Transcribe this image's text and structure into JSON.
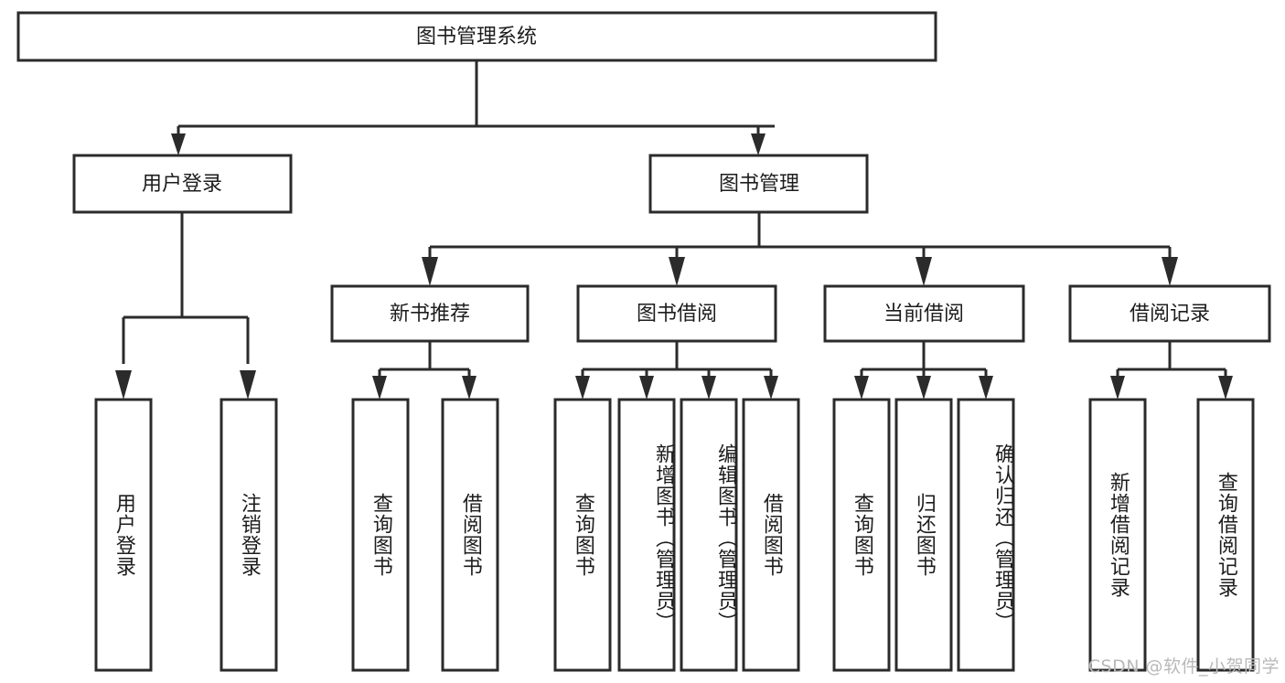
{
  "diagram": {
    "type": "tree",
    "title": "图书管理系统",
    "watermark": "CSDN @软件_小贺同学",
    "colors": {
      "stroke": "#2b2b2b",
      "fill": "#ffffff",
      "text": "#1d1d1d",
      "watermark": "#b9b9b9",
      "background": "#ffffff"
    },
    "root": {
      "label": "图书管理系统"
    },
    "level2": [
      {
        "label": "用户登录"
      },
      {
        "label": "图书管理"
      }
    ],
    "level3": [
      {
        "label": "新书推荐"
      },
      {
        "label": "图书借阅"
      },
      {
        "label": "当前借阅"
      },
      {
        "label": "借阅记录"
      }
    ],
    "leaves": {
      "user_login": [
        {
          "label": "用户登录"
        },
        {
          "label": "注销登录"
        }
      ],
      "new_book_recommend": [
        {
          "label": "查询图书"
        },
        {
          "label": "借阅图书"
        }
      ],
      "book_borrow": [
        {
          "label": "查询图书"
        },
        {
          "label": "新增图书（管理员）"
        },
        {
          "label": "编辑图书（管理员）"
        },
        {
          "label": "借阅图书"
        }
      ],
      "current_borrow": [
        {
          "label": "查询图书"
        },
        {
          "label": "归还图书"
        },
        {
          "label": "确认归还（管理员）"
        }
      ],
      "borrow_records": [
        {
          "label": "新增借阅记录"
        },
        {
          "label": "查询借阅记录"
        }
      ]
    }
  }
}
